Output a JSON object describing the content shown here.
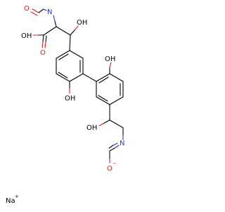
{
  "colors": {
    "oxygen": "#e02020",
    "nitrogen": "#2a36d8",
    "carbon": "#000000",
    "background": "#ffffff"
  },
  "labels": {
    "o_formyl_top": "O",
    "n_top": "N",
    "oh_acid": "OH",
    "o_acid": "O",
    "oh_benzylic_top": "OH",
    "oh_ring1": "OH",
    "oh_ring2": "OH",
    "oh_benzylic_bottom": "OH",
    "n_bottom": "N",
    "o_minus": "O",
    "o_minus_charge": "−",
    "sodium": "Na",
    "sodium_charge": "+"
  }
}
